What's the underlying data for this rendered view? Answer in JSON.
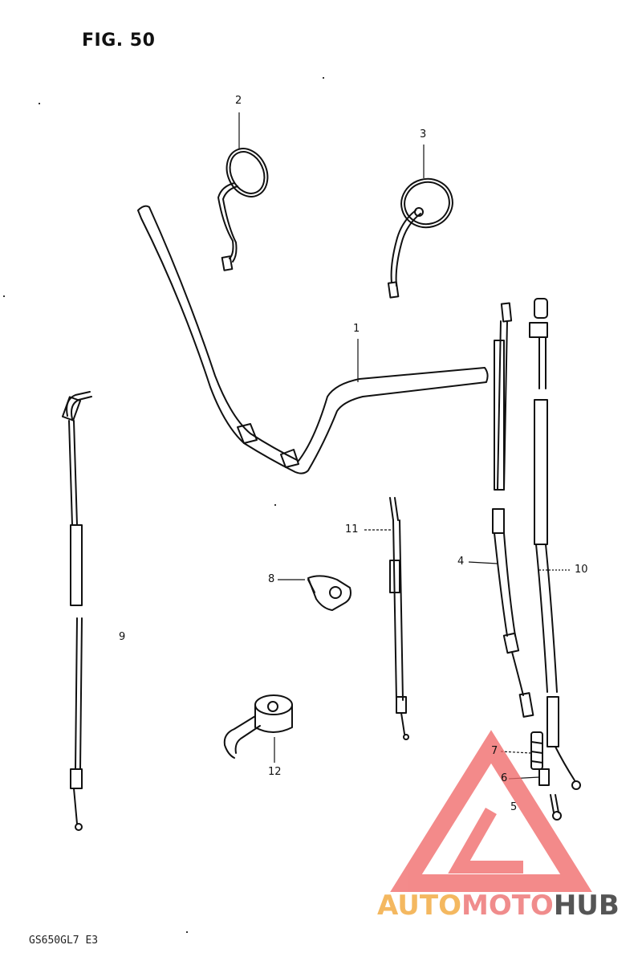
{
  "figure": {
    "title": "FIG. 50",
    "model_code": "GS650GL7 E3"
  },
  "callouts": [
    {
      "id": "c1",
      "label": "1"
    },
    {
      "id": "c2",
      "label": "2"
    },
    {
      "id": "c3",
      "label": "3"
    },
    {
      "id": "c4",
      "label": "4"
    },
    {
      "id": "c5",
      "label": "5"
    },
    {
      "id": "c6",
      "label": "6"
    },
    {
      "id": "c7",
      "label": "7"
    },
    {
      "id": "c8",
      "label": "8"
    },
    {
      "id": "c9",
      "label": "9"
    },
    {
      "id": "c10",
      "label": "10"
    },
    {
      "id": "c11",
      "label": "11"
    },
    {
      "id": "c12",
      "label": "12"
    }
  ],
  "watermark": {
    "part1": "AUTO",
    "part2": "MOTO",
    "part3": "HUB",
    "colors": {
      "part1": "#f4b860",
      "part2": "#f08c8c",
      "part3": "#555555",
      "logo": "#f06a6a"
    }
  }
}
